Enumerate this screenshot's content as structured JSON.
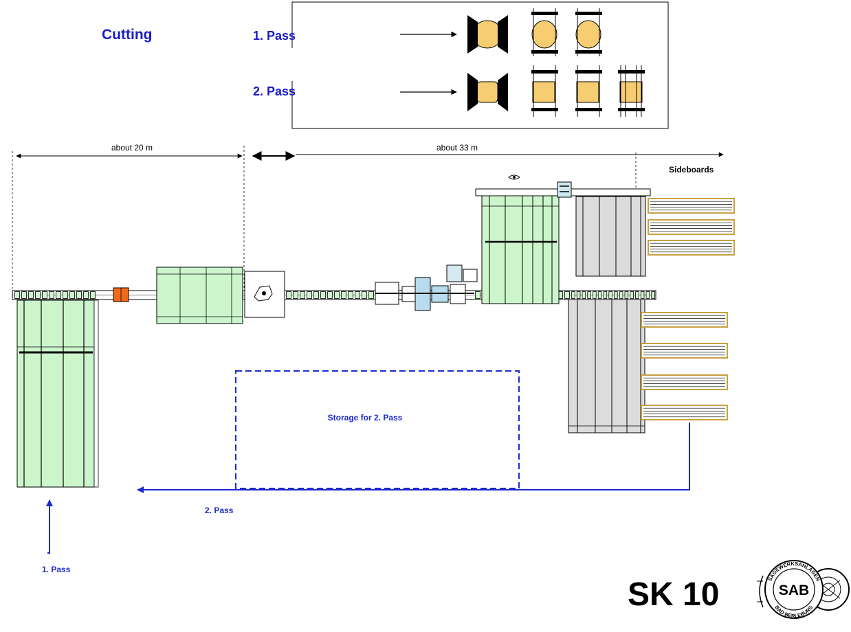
{
  "cutting": {
    "title": "Cutting",
    "pass1_label": "1. Pass",
    "pass2_label": "2. Pass"
  },
  "dimensions": {
    "left_span": "about 20 m",
    "right_span": "about 33 m"
  },
  "labels": {
    "sideboards": "Sideboards",
    "storage": "Storage for 2. Pass",
    "pass1_flow": "1. Pass",
    "pass2_flow": "2. Pass",
    "model": "SK 10"
  },
  "logo": {
    "abbr": "SAB",
    "ring_top": "SÄGEWERKSANLAGEN",
    "ring_bottom": "BAD BERLEBURG"
  },
  "colors": {
    "blue_text": "#1a1acc",
    "flow_blue": "#1a2ad0",
    "machine_green": "#ccf5cc",
    "transfer_gray": "#dcdcdc",
    "log_yellow": "#f7cd72",
    "board_gold": "#c8a040",
    "cutter_orange": "#f06a1a"
  }
}
